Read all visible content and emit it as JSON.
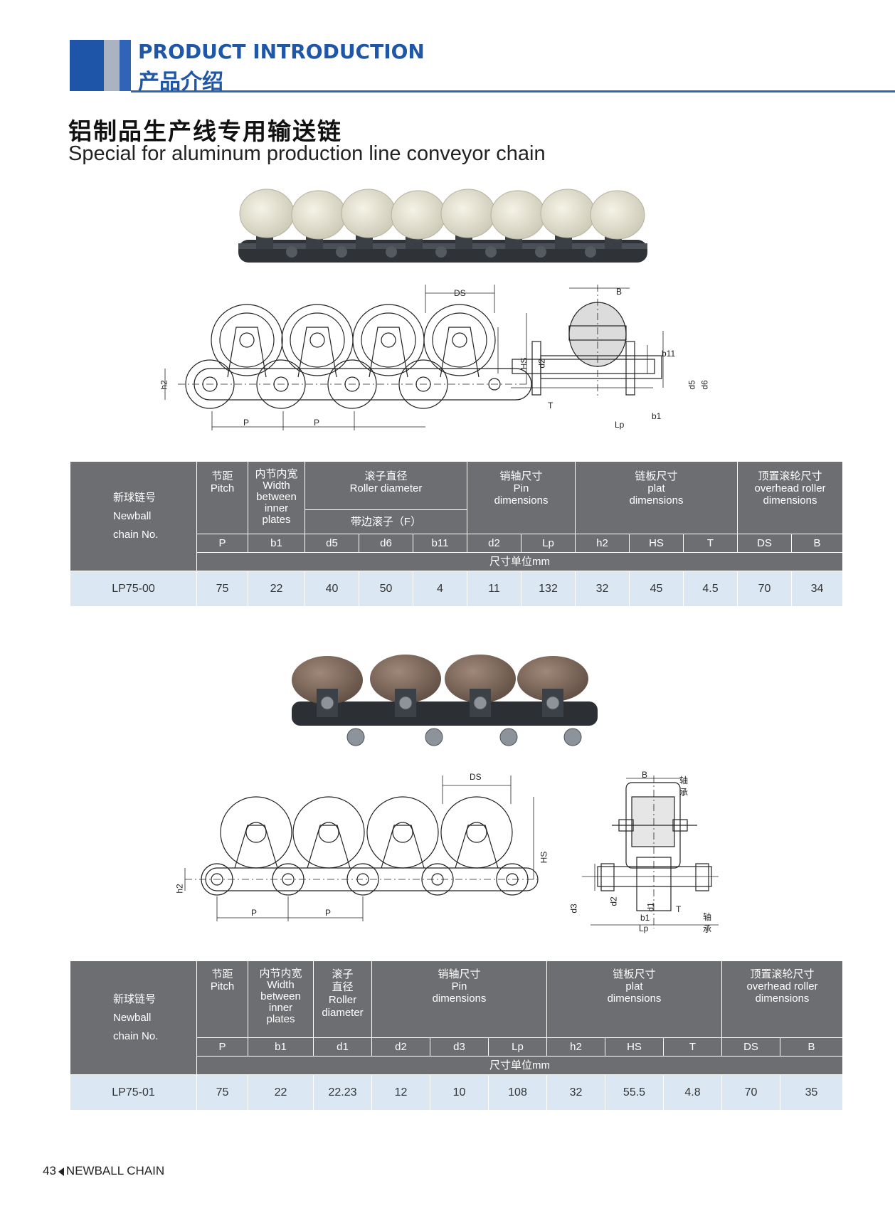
{
  "header": {
    "title_en": "PRODUCT INTRODUCTION",
    "title_cn": "产品介绍",
    "accent": "#1e56a8"
  },
  "product": {
    "title_cn": "铝制品生产线专用输送链",
    "title_en": "Special for aluminum production line conveyor chain"
  },
  "drawing1": {
    "labels": {
      "ds": "DS",
      "b": "B",
      "hs": "HS",
      "d2": "d2",
      "h2": "h2",
      "p": "P",
      "b11": "b11",
      "d5": "d5",
      "d6": "d6",
      "t": "T",
      "b1": "b1",
      "lp": "Lp"
    }
  },
  "drawing2": {
    "labels": {
      "ds": "DS",
      "b": "B",
      "bearing": "轴承",
      "hs": "HS",
      "h2": "h2",
      "p": "P",
      "d3": "d3",
      "d2": "d2",
      "d1": "d1",
      "b1": "b1",
      "t": "T",
      "lp": "Lp"
    }
  },
  "table1": {
    "model_cn": "新球链号",
    "model_en1": "Newball",
    "model_en2": "chain No.",
    "pitch_cn": "节距",
    "pitch_en": "Pitch",
    "width_cn": "内节内宽",
    "width_en1": "Width",
    "width_en2": "between",
    "width_en3": "inner",
    "width_en4": "plates",
    "roller_cn": "滚子直径",
    "roller_en": "Roller diameter",
    "roller_sub": "带边滚子（F）",
    "pin_cn": "销轴尺寸",
    "pin_en1": "Pin",
    "pin_en2": "dimensions",
    "plate_cn": "链板尺寸",
    "plate_en1": "plat",
    "plate_en2": "dimensions",
    "top_cn": "顶置滚轮尺寸",
    "top_en1": "overhead roller",
    "top_en2": "dimensions",
    "cols": [
      "P",
      "b1",
      "d5",
      "d6",
      "b11",
      "d2",
      "Lp",
      "h2",
      "HS",
      "T",
      "DS",
      "B"
    ],
    "unit": "尺寸单位mm",
    "row": {
      "model": "LP75-00",
      "values": [
        "75",
        "22",
        "40",
        "50",
        "4",
        "11",
        "132",
        "32",
        "45",
        "4.5",
        "70",
        "34"
      ]
    }
  },
  "table2": {
    "model_cn": "新球链号",
    "model_en1": "Newball",
    "model_en2": "chain No.",
    "pitch_cn": "节距",
    "pitch_en": "Pitch",
    "width_cn": "内节内宽",
    "width_en1": "Width",
    "width_en2": "between",
    "width_en3": "inner",
    "width_en4": "plates",
    "roller_cn1": "滚子",
    "roller_cn2": "直径",
    "roller_en1": "Roller",
    "roller_en2": "diameter",
    "pin_cn": "销轴尺寸",
    "pin_en1": "Pin",
    "pin_en2": "dimensions",
    "plate_cn": "链板尺寸",
    "plate_en1": "plat",
    "plate_en2": "dimensions",
    "top_cn": "顶置滚轮尺寸",
    "top_en1": "overhead roller",
    "top_en2": "dimensions",
    "cols": [
      "P",
      "b1",
      "d1",
      "d2",
      "d3",
      "Lp",
      "h2",
      "HS",
      "T",
      "DS",
      "B"
    ],
    "unit": "尺寸单位mm",
    "row": {
      "model": "LP75-01",
      "values": [
        "75",
        "22",
        "22.23",
        "12",
        "10",
        "108",
        "32",
        "55.5",
        "4.8",
        "70",
        "35"
      ]
    }
  },
  "footer": {
    "page": "43",
    "brand": "NEWBALL CHAIN"
  }
}
